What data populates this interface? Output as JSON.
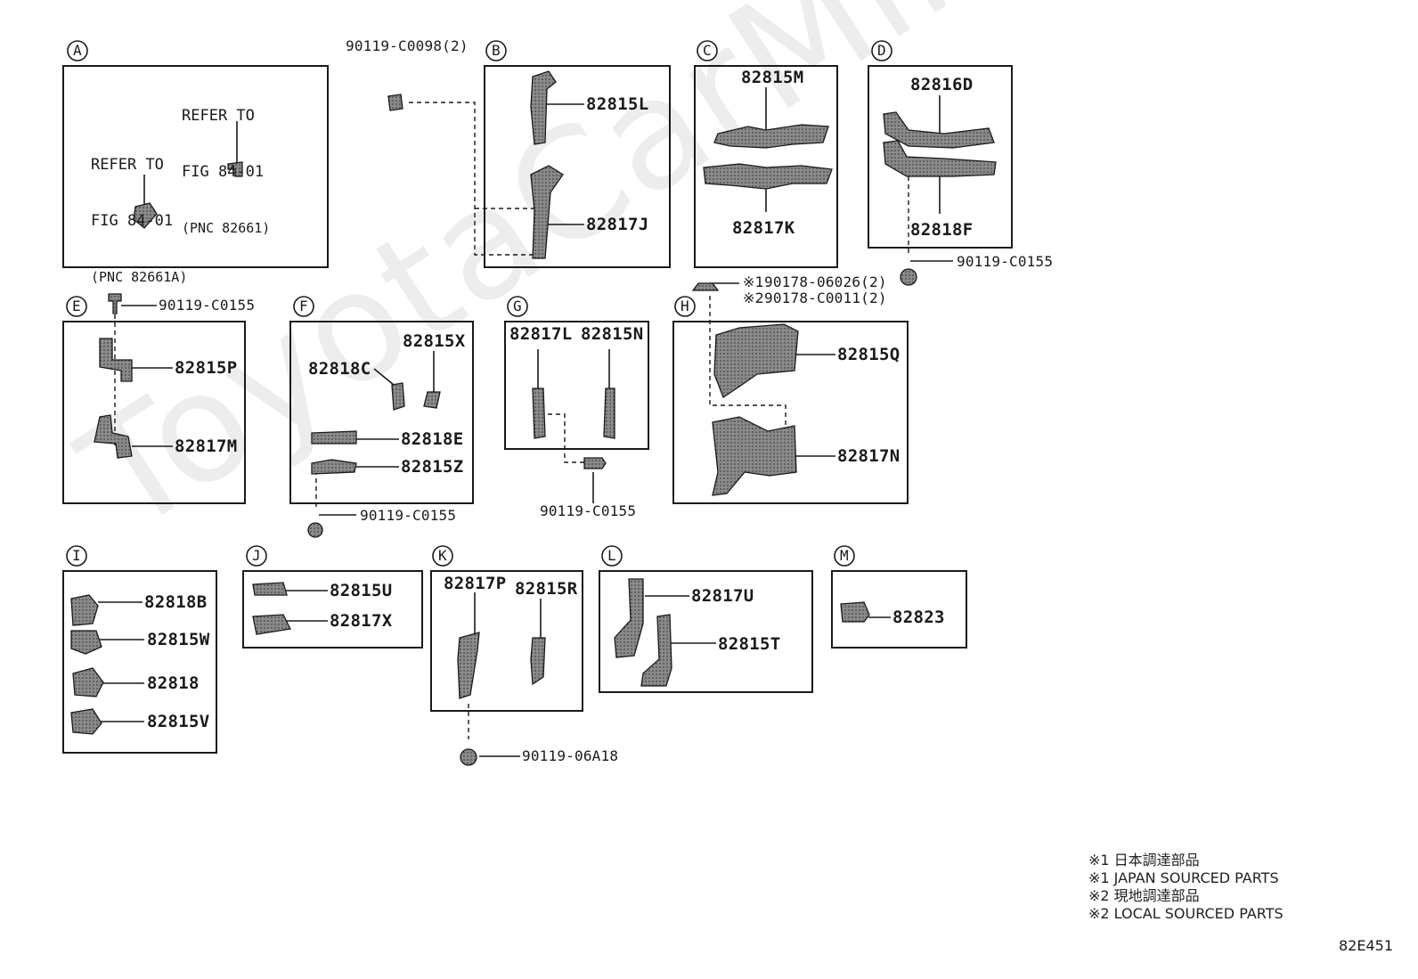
{
  "watermark": "ToyotaCarMine.ru",
  "sections": {
    "A": {
      "letter": "A",
      "ref1": [
        "REFER TO",
        "FIG 84-01",
        "(PNC 82661)"
      ],
      "ref2": [
        "REFER TO",
        "FIG 84-01",
        "(PNC 82661A)"
      ]
    },
    "B": {
      "letter": "B",
      "parts": [
        "82815L",
        "82817J"
      ],
      "bolt": "90119-C0098(2)"
    },
    "C": {
      "letter": "C",
      "parts": [
        "82815M",
        "82817K"
      ]
    },
    "D": {
      "letter": "D",
      "parts": [
        "82816D",
        "82818F"
      ],
      "bolt": "90119-C0155"
    },
    "E": {
      "letter": "E",
      "parts": [
        "82815P",
        "82817M"
      ],
      "bolt": "90119-C0155"
    },
    "F": {
      "letter": "F",
      "parts": [
        "82815X",
        "82818C",
        "82818E",
        "82815Z"
      ],
      "bolt": "90119-C0155"
    },
    "G": {
      "letter": "G",
      "parts": [
        "82817L",
        "82815N"
      ],
      "bolt": "90119-C0155"
    },
    "H": {
      "letter": "H",
      "parts": [
        "82815Q",
        "82817N"
      ],
      "bolt1": "90178-06026(2)",
      "bolt2": "90178-C0011(2)",
      "mark1": "※1",
      "mark2": "※2"
    },
    "I": {
      "letter": "I",
      "parts": [
        "82818B",
        "82815W",
        "82818",
        "82815V"
      ]
    },
    "J": {
      "letter": "J",
      "parts": [
        "82815U",
        "82817X"
      ]
    },
    "K": {
      "letter": "K",
      "parts": [
        "82817P",
        "82815R"
      ],
      "bolt": "90119-06A18"
    },
    "L": {
      "letter": "L",
      "parts": [
        "82817U",
        "82815T"
      ]
    },
    "M": {
      "letter": "M",
      "parts": [
        "82823"
      ]
    }
  },
  "legend": [
    "※1 日本調達部品",
    "※1 JAPAN SOURCED PARTS",
    "※2 現地調達部品",
    "※2 LOCAL SOURCED PARTS"
  ],
  "figure_code": "82E451"
}
